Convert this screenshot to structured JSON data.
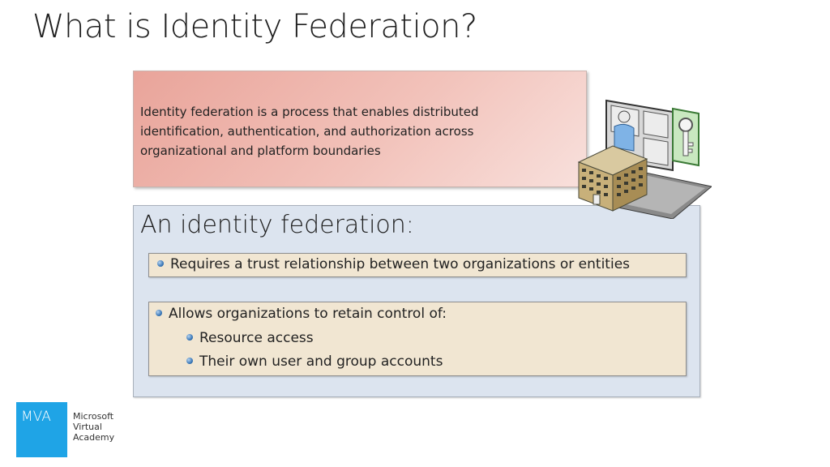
{
  "slide": {
    "title": "What is Identity Federation?",
    "definition": "Identity federation is a process that enables distributed identification, authentication, and authorization across organizational and platform boundaries",
    "panel": {
      "heading": "An identity federation:",
      "bullet_one": "Requires a trust relationship between two organizations or entities",
      "bullet_two": {
        "text": "Allows organizations to retain control of:",
        "sub_items": [
          "Resource access",
          "Their own user and group accounts"
        ]
      }
    }
  },
  "branding": {
    "logo_text": "MVA",
    "name_lines": [
      "Microsoft",
      "Virtual",
      "Academy"
    ],
    "logo_color": "#1fa4e6"
  },
  "illustration": {
    "icons": [
      "building-icon",
      "user-icon",
      "key-icon",
      "screen-icon"
    ]
  }
}
